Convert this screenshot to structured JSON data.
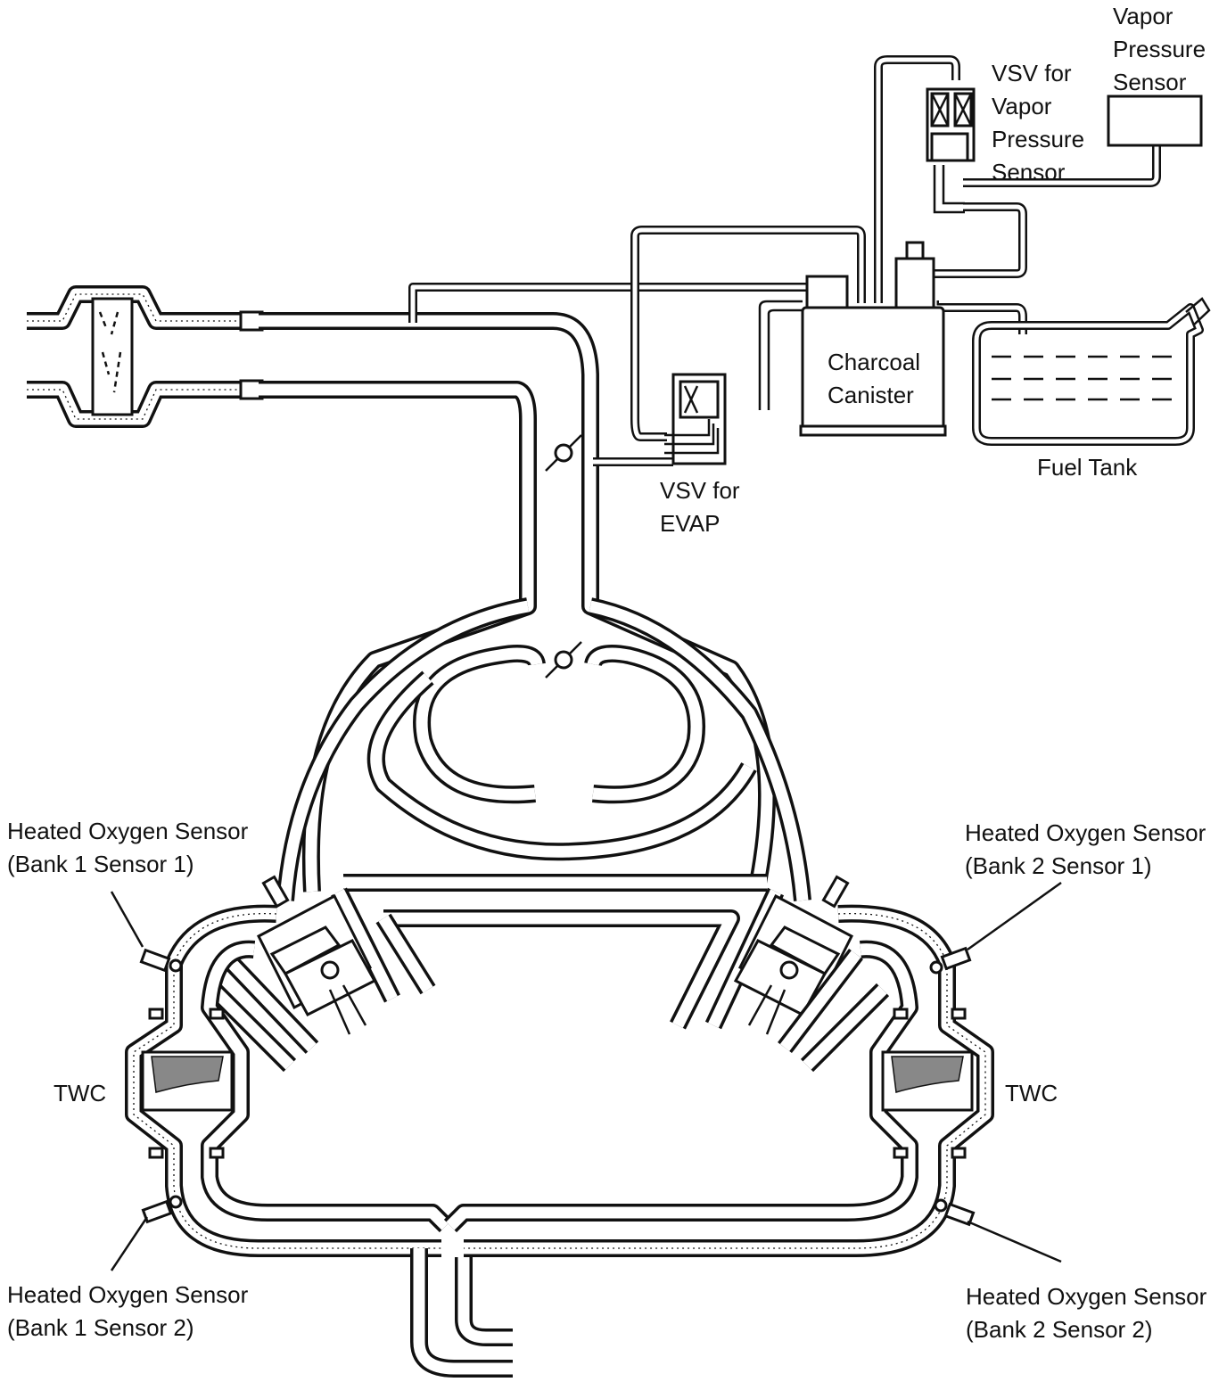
{
  "labels": {
    "vapor_pressure_sensor": [
      "Vapor",
      "Pressure",
      "Sensor"
    ],
    "vsv_vapor_pressure_sensor": [
      "VSV for",
      "Vapor",
      "Pressure",
      "Sensor"
    ],
    "charcoal_canister": [
      "Charcoal",
      "Canister"
    ],
    "fuel_tank": "Fuel Tank",
    "vsv_evap": [
      "VSV for",
      "EVAP"
    ],
    "twc_left": "TWC",
    "twc_right": "TWC",
    "ho2s_b1s1": [
      "Heated Oxygen Sensor",
      "(Bank 1 Sensor 1)"
    ],
    "ho2s_b2s1": [
      "Heated Oxygen Sensor",
      "(Bank 2 Sensor 1)"
    ],
    "ho2s_b1s2": [
      "Heated Oxygen Sensor",
      "(Bank 1 Sensor 2)"
    ],
    "ho2s_b2s2": [
      "Heated Oxygen Sensor",
      "(Bank 2 Sensor 2)"
    ]
  },
  "colors": {
    "line": "#111111",
    "background": "#ffffff"
  }
}
